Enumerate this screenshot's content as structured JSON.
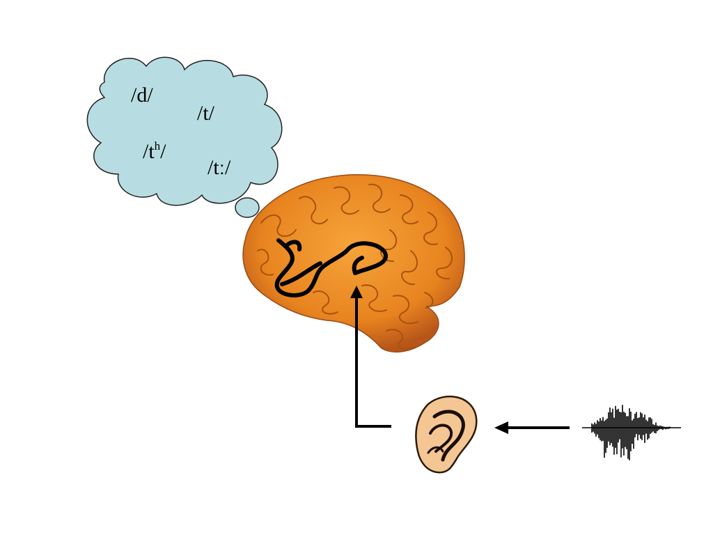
{
  "phonemes": {
    "d": "/d/",
    "t": "/t/",
    "th": {
      "open": "/t",
      "aspiration": "h",
      "close": "/"
    },
    "tlong": "/tː/"
  },
  "colors": {
    "cloud_fill": "#b7dde2",
    "brain_fill": "#e8841f",
    "ear_fill": "#f4c694",
    "lines": "#000000"
  },
  "icons": [
    "thought-cloud-icon",
    "brain-icon",
    "ear-icon",
    "sound-waveform-icon"
  ]
}
